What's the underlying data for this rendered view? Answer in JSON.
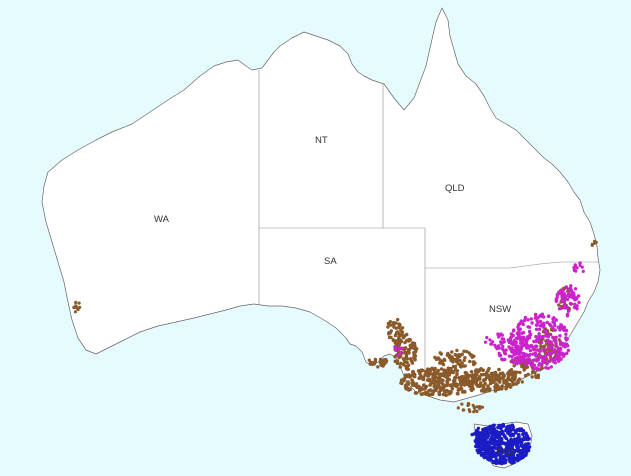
{
  "map": {
    "background_color": "#e6fbfd",
    "land_color": "#ffffff",
    "state_labels": {
      "wa": "WA",
      "nt": "NT",
      "qld": "QLD",
      "sa": "SA",
      "nsw": "NSW",
      "tas": "TAS"
    },
    "occurrence_series": [
      {
        "key": "brown",
        "color": "#8b5a2b"
      },
      {
        "key": "magenta",
        "color": "#cc22cc"
      },
      {
        "key": "blue",
        "color": "#1c1cc4"
      }
    ]
  }
}
